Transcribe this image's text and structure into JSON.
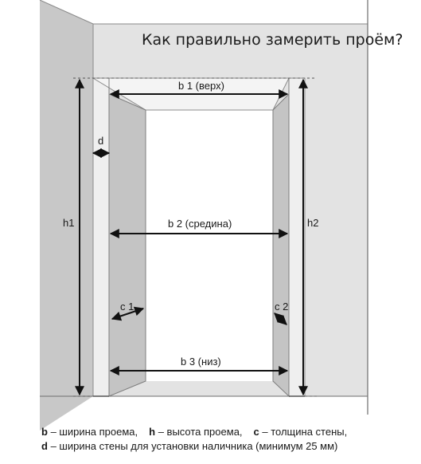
{
  "title": "Как правильно замерить проём?",
  "labels": {
    "b1": "b 1 (верх)",
    "b2": "b 2 (средина)",
    "b3": "b 3 (низ)",
    "h1": "h1",
    "h2": "h2",
    "d": "d",
    "c1": "c 1",
    "c2": "c 2"
  },
  "legend": {
    "line1": [
      {
        "key": "b",
        "text": " – ширина проема,"
      },
      {
        "key": "h",
        "text": " – высота проема,"
      },
      {
        "key": "c",
        "text": " – толщина стены,"
      }
    ],
    "line2": {
      "key": "d",
      "text": " – ширина стены для установки наличника (минимум 25 мм)"
    }
  }
}
